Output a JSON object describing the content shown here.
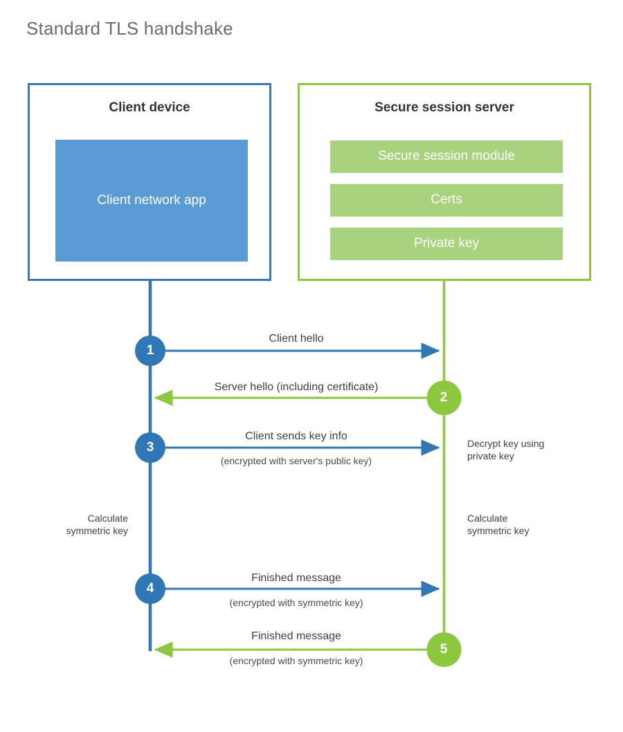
{
  "title": "Standard TLS handshake",
  "colors": {
    "client_border": "#3a76b8",
    "client_fill": "#5b9bd5",
    "client_line": "#2f77b5",
    "server_border": "#8dc63f",
    "server_fill": "#a9d27e",
    "server_line": "#8dc63f",
    "title_text": "#6b6b6b",
    "body_text": "#3f3f3f",
    "background": "#ffffff"
  },
  "panels": {
    "client": {
      "title": "Client device",
      "blocks": [
        {
          "label": "Client network app"
        }
      ]
    },
    "server": {
      "title": "Secure session server",
      "blocks": [
        {
          "label": "Secure session module"
        },
        {
          "label": "Certs"
        },
        {
          "label": "Private key"
        }
      ]
    }
  },
  "steps": [
    {
      "number": "1",
      "actor": "client",
      "direction": "client-to-server",
      "label": "Client hello",
      "sublabel": ""
    },
    {
      "number": "2",
      "actor": "server",
      "direction": "server-to-client",
      "label": "Server hello (including certificate)",
      "sublabel": ""
    },
    {
      "number": "3",
      "actor": "client",
      "direction": "client-to-server",
      "label": "Client sends key info",
      "sublabel": "(encrypted with server's public key)"
    },
    {
      "number": "4",
      "actor": "client",
      "direction": "client-to-server",
      "label": "Finished message",
      "sublabel": "(encrypted with symmetric key)"
    },
    {
      "number": "5",
      "actor": "server",
      "direction": "server-to-client",
      "label": "Finished message",
      "sublabel": "(encrypted with symmetric key)"
    }
  ],
  "notes": {
    "decrypt_key": "Decrypt key using\nprivate key",
    "calculate_client": "Calculate\nsymmetric key",
    "calculate_server": "Calculate\nsymmetric key"
  }
}
